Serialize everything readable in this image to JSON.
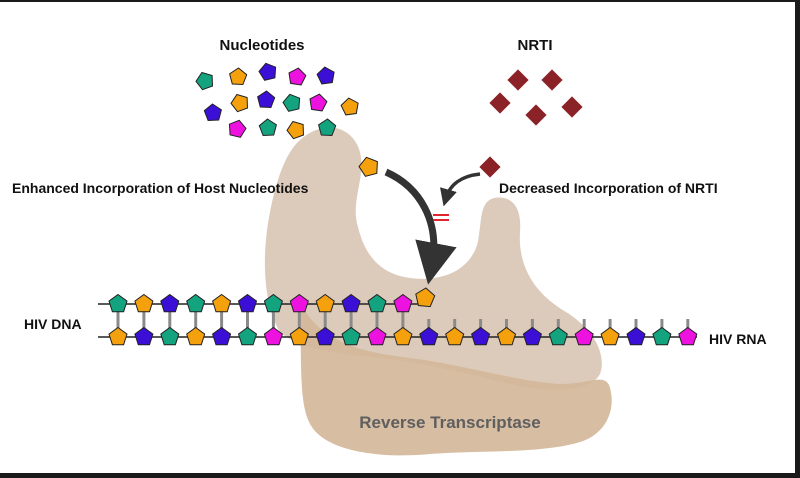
{
  "labels": {
    "nucleotides_title": "Nucleotides",
    "nrti_title": "NRTI",
    "enhanced": "Enhanced Incorporation of Host Nucleotides",
    "decreased": "Decreased Incorporation of NRTI",
    "hiv_dna": "HIV DNA",
    "hiv_rna": "HIV RNA",
    "enzyme": "Reverse Transcriptase"
  },
  "colors": {
    "green": "#14a37f",
    "orange": "#f5a10d",
    "blue": "#3c0fd6",
    "magenta": "#ee12e0",
    "maroon": "#8b2228",
    "enzyme_light": "#dccbbb",
    "enzyme_dark": "#d4b79a",
    "arrow": "#333333",
    "block": "#e0262b"
  },
  "nucleotide_pool": [
    [
      "green",
      "orange",
      "blue",
      "magenta",
      "blue"
    ],
    [
      "blue",
      "orange",
      "blue",
      "green",
      "magenta",
      "orange"
    ],
    [
      "magenta",
      "green",
      "orange",
      "green"
    ]
  ],
  "nrti_count": 5,
  "dna_top_strand": [
    "green",
    "orange",
    "blue",
    "green",
    "orange",
    "blue",
    "green",
    "magenta",
    "orange",
    "blue",
    "green",
    "magenta"
  ],
  "rna_strand": [
    "orange",
    "blue",
    "green",
    "orange",
    "blue",
    "green",
    "magenta",
    "orange",
    "blue",
    "green",
    "magenta",
    "orange",
    "blue",
    "orange",
    "blue",
    "orange",
    "blue",
    "green",
    "magenta",
    "orange",
    "blue",
    "green",
    "magenta"
  ],
  "incoming_nucleotide": "orange",
  "incoming_nrti": "maroon"
}
